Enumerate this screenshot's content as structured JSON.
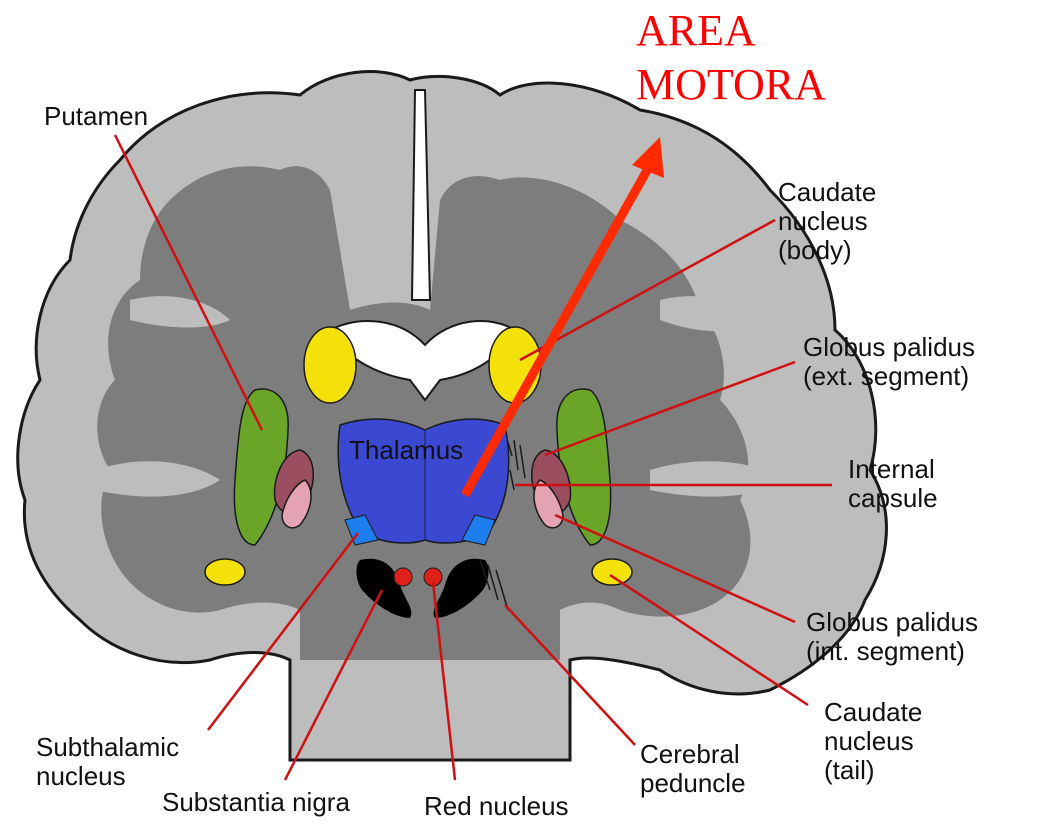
{
  "title": "AREA\nMOTORA",
  "labels": {
    "putamen": "Putamen",
    "caudate_body": "Caudate\nnucleus\n(body)",
    "globus_ext": "Globus palidus\n(ext. segment)",
    "internal_capsule": "Internal\ncapsule",
    "globus_int": "Globus palidus\n(int. segment)",
    "caudate_tail": "Caudate\nnucleus\n(tail)",
    "cerebral_peduncle": "Cerebral\npeduncle",
    "red_nucleus": "Red nucleus",
    "substantia_nigra": "Substantia nigra",
    "subthalamic": "Subthalamic\nnucleus",
    "thalamus": "Thalamus"
  },
  "colors": {
    "white_matter": "#7d7d7d",
    "cortex": "#bdbdbd",
    "outline": "#1a1a1a",
    "putamen": "#6aa527",
    "caudate": "#f5e10a",
    "thalamus": "#3a48d2",
    "subthalamic": "#1e7ef0",
    "globus_ext": "#9a4e60",
    "globus_int": "#e4a3b2",
    "red_nucleus": "#e0201a",
    "substantia_nigra": "#000000",
    "leader_line": "#d01010",
    "arrow": "#ff2a00",
    "title": "#ff0000"
  }
}
